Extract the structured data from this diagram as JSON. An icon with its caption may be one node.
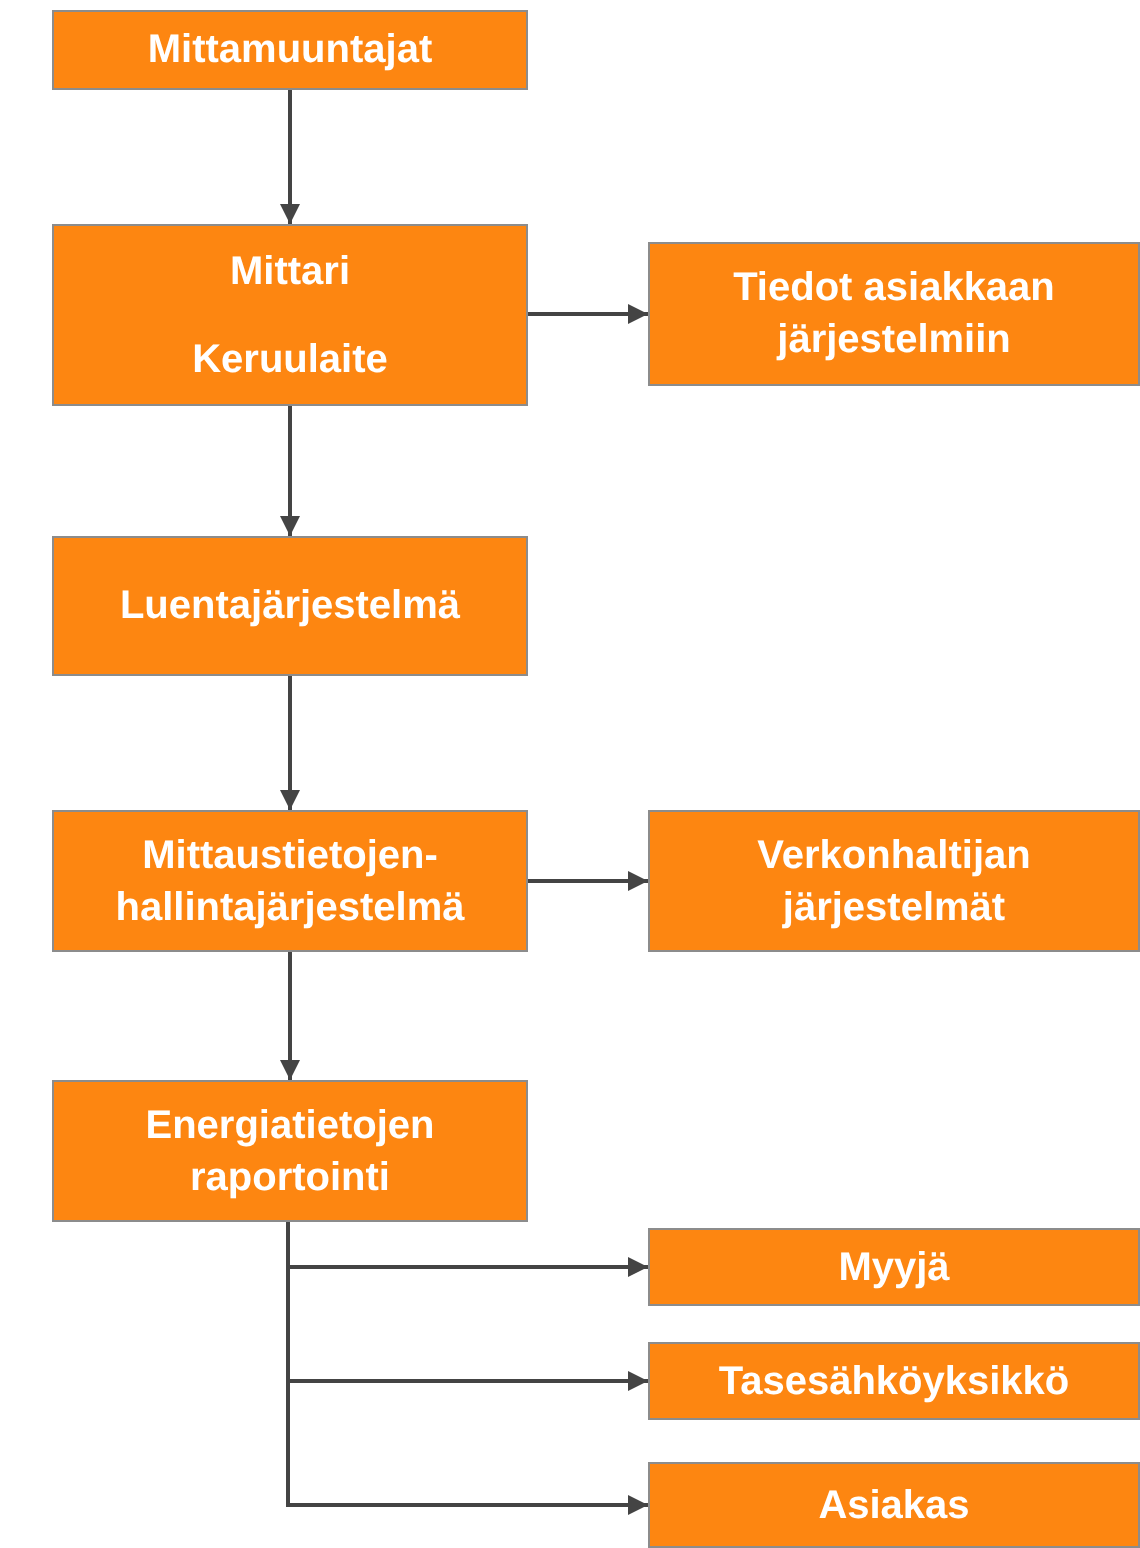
{
  "diagram": {
    "nodes": [
      {
        "text": [
          "Mittamuuntajat"
        ]
      },
      {
        "text": [
          "Mittari",
          "Keruulaite"
        ]
      },
      {
        "text": [
          "Tiedot asiakkaan järjestelmiin"
        ]
      },
      {
        "text": [
          "Luentajärjestelmä"
        ]
      },
      {
        "text": [
          "Mittaustietojen-hallintajärjestelmä"
        ]
      },
      {
        "text": [
          "Verkonhaltijan järjestelmät"
        ]
      },
      {
        "text": [
          "Energiatietojen raportointi"
        ]
      },
      {
        "text": [
          "Myyjä"
        ]
      },
      {
        "text": [
          "Tasesähköyksikkö"
        ]
      },
      {
        "text": [
          "Asiakas"
        ]
      }
    ],
    "edges": [
      {
        "from": 0,
        "to": 1,
        "arrow": "to"
      },
      {
        "from": 1,
        "to": 2,
        "arrow": "to"
      },
      {
        "from": 1,
        "to": 3,
        "arrow": "to"
      },
      {
        "from": 3,
        "to": 4,
        "arrow": "to"
      },
      {
        "from": 4,
        "to": 5,
        "arrow": "to"
      },
      {
        "from": 4,
        "to": 6,
        "arrow": "to"
      },
      {
        "from": 6,
        "to": 7,
        "arrow": "to"
      },
      {
        "from": 6,
        "to": 8,
        "arrow": "to"
      },
      {
        "from": 6,
        "to": 9,
        "arrow": "to"
      }
    ]
  }
}
